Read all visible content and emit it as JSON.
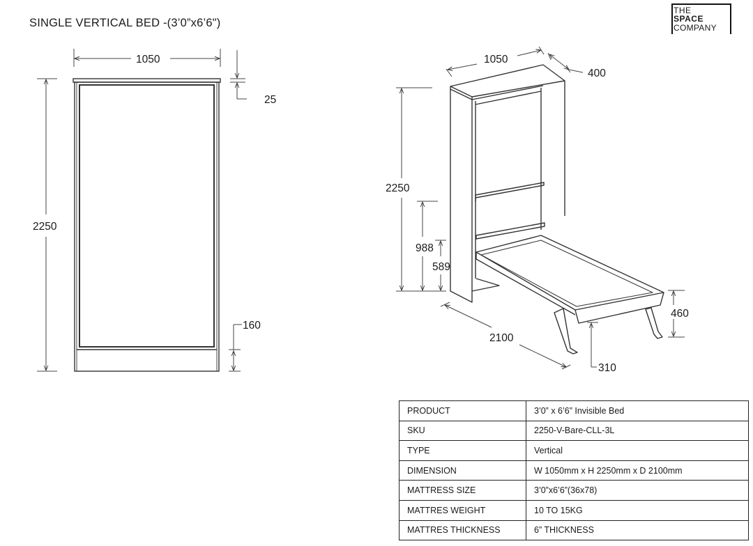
{
  "title": "SINGLE VERTICAL BED -(3’0”x6’6\")",
  "logo": {
    "line1": "THE",
    "line2": "SPACE",
    "line3": "COMPANY"
  },
  "front_view": {
    "width": "1050",
    "top_thickness": "25",
    "height": "2250",
    "base_height": "160"
  },
  "iso_view": {
    "width": "1050",
    "depth": "400",
    "height": "2250",
    "shelf_height": "988",
    "bed_height": "589",
    "length": "2100",
    "bed_top": "460",
    "leg": "310"
  },
  "specs": [
    {
      "key": "PRODUCT",
      "value": "3’0” x 6’6” Invisible Bed"
    },
    {
      "key": "SKU",
      "value": " 2250-V-Bare-CLL-3L"
    },
    {
      "key": "TYPE",
      "value": "Vertical"
    },
    {
      "key": "DIMENSION",
      "value": "W 1050mm x H 2250mm x D 2100mm"
    },
    {
      "key": "MATTRESS SIZE",
      "value": "3’0”x6’6”(36x78)"
    },
    {
      "key": "MATTRES WEIGHT",
      "value": "10 TO 15KG"
    },
    {
      "key": "MATTRES THICKNESS",
      "value": "6” THICKNESS"
    }
  ]
}
